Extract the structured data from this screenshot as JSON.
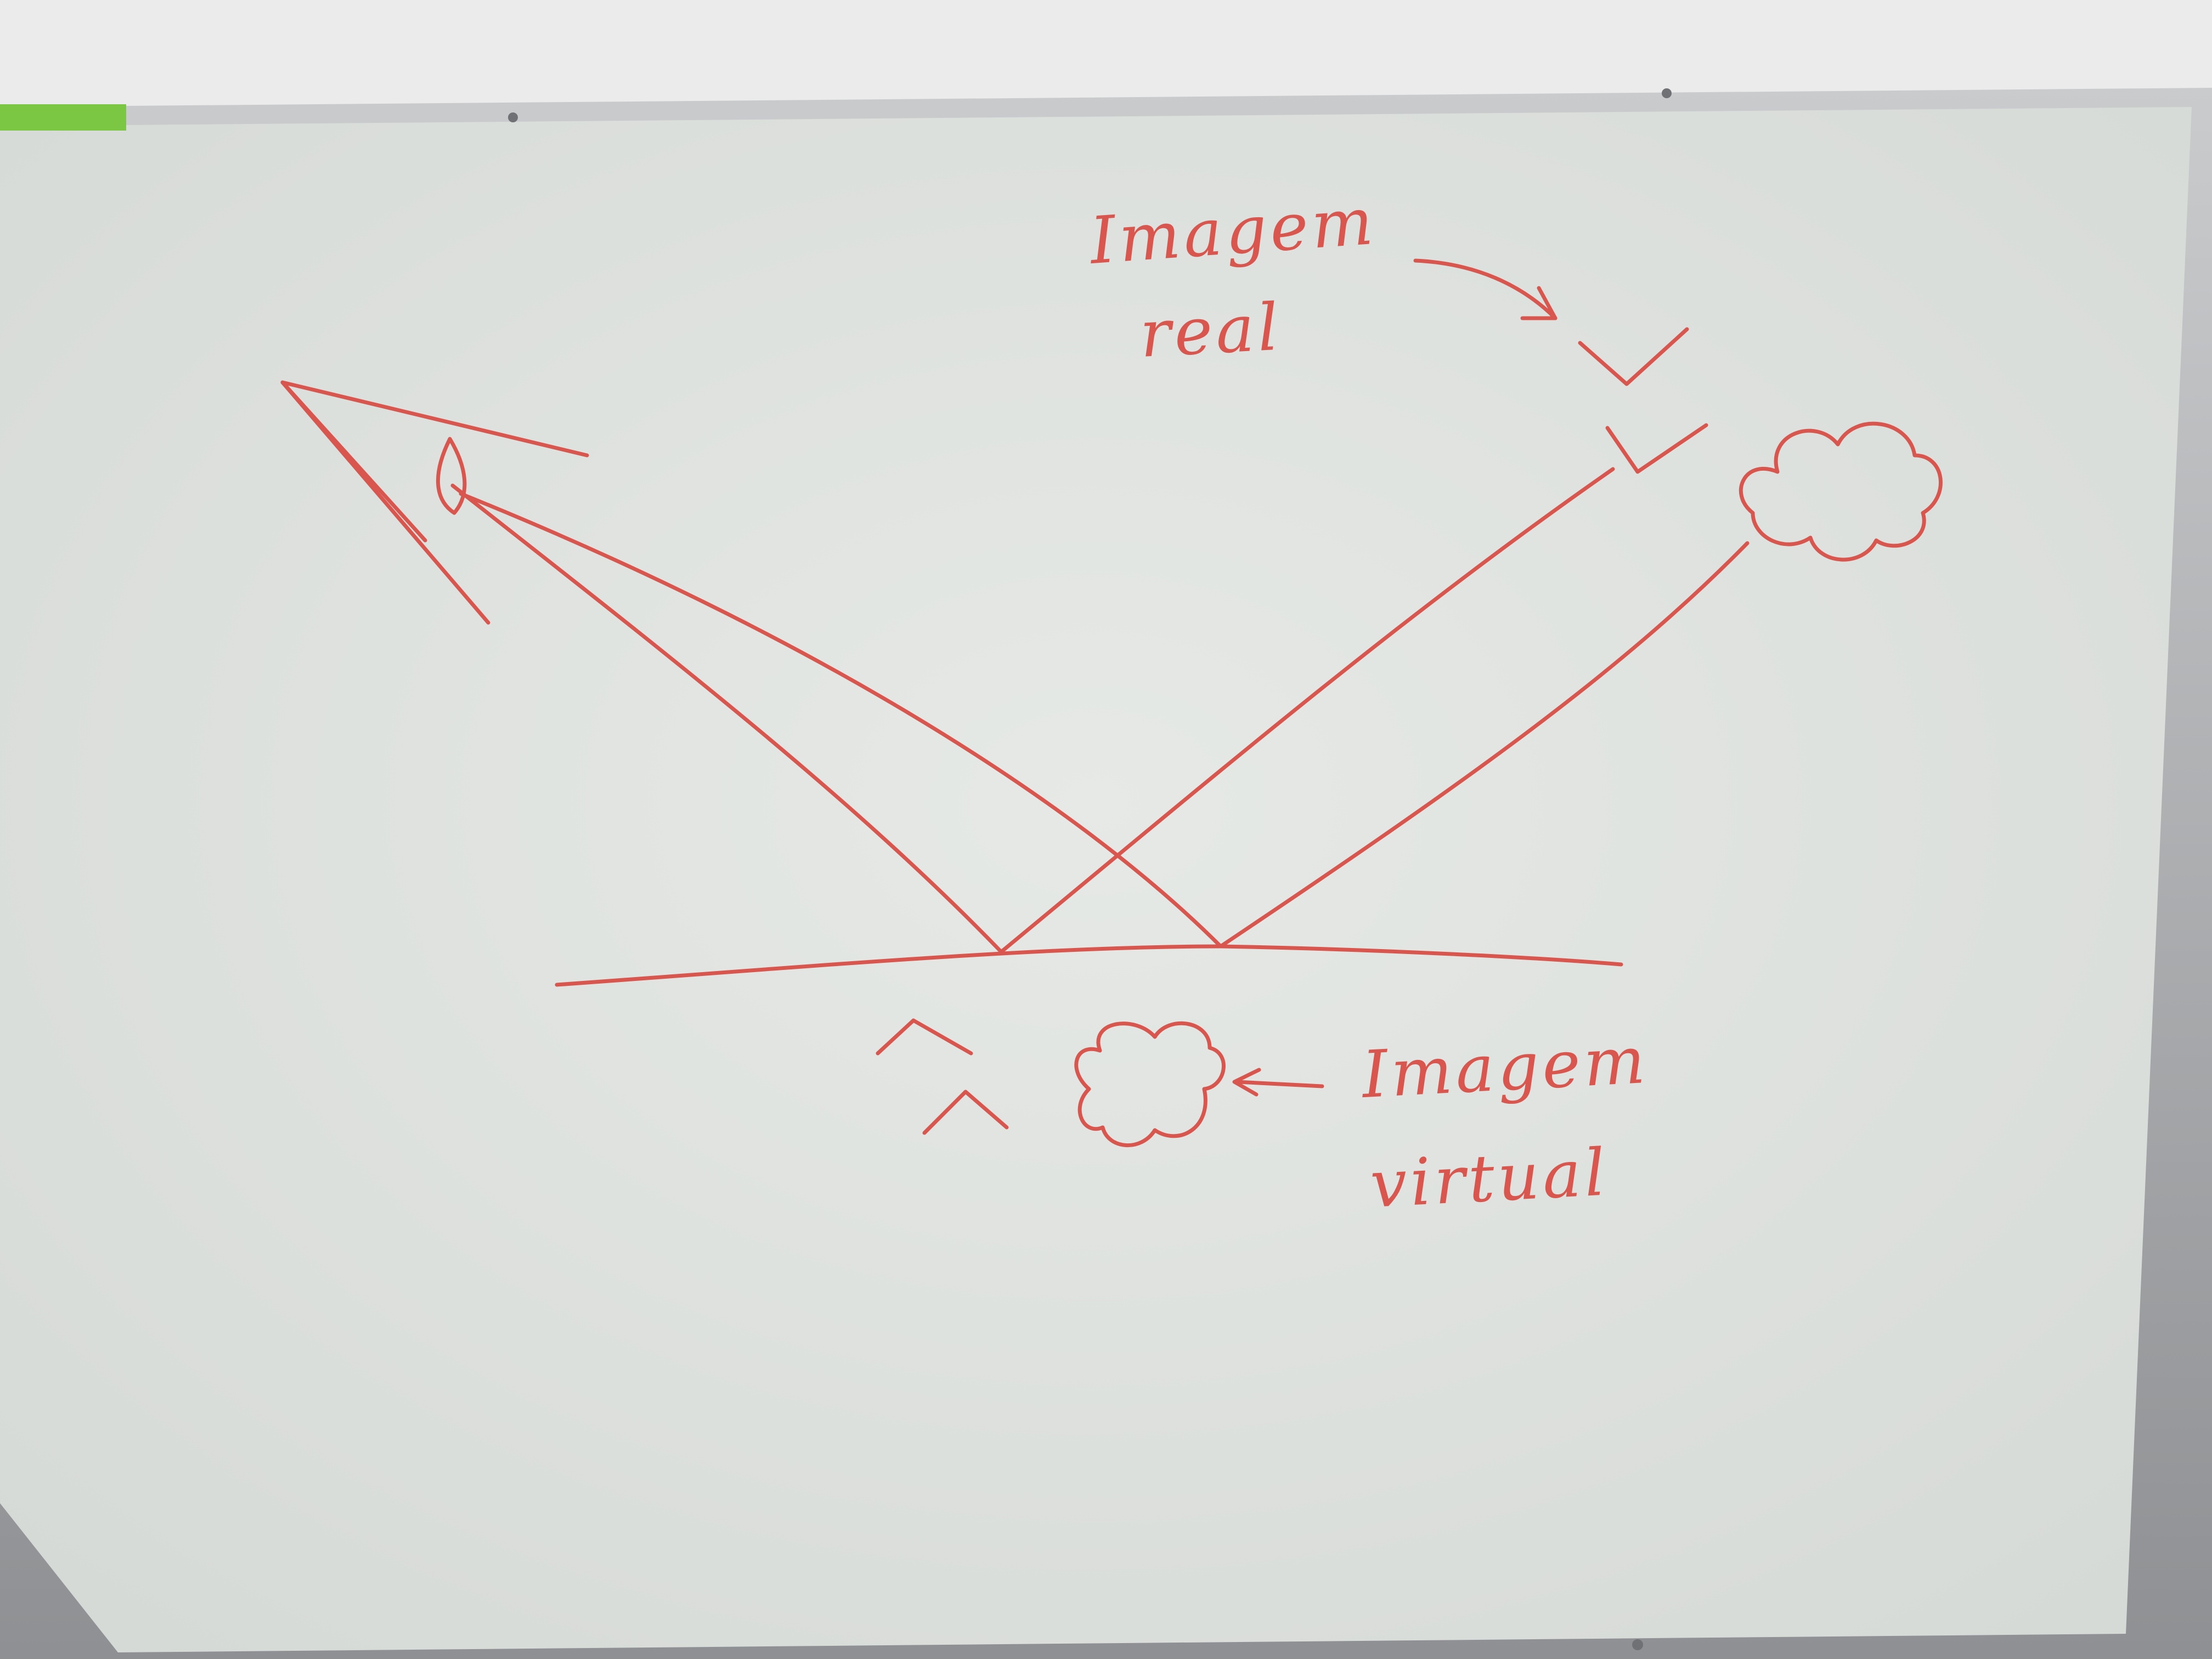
{
  "labels": {
    "real_image_line1": "Imagem",
    "real_image_line2": "real",
    "virtual_image_line1": "Imagem",
    "virtual_image_line2": "virtual"
  },
  "colors": {
    "wall": "#e9e9e9",
    "frame": "#a9abae",
    "board": "#dfe3df",
    "marker": "#d9564f",
    "tape": "#7bc642"
  },
  "icons": {
    "eye": "eye-icon",
    "object": "cloud-icon",
    "virtual_object": "cloud-icon"
  }
}
